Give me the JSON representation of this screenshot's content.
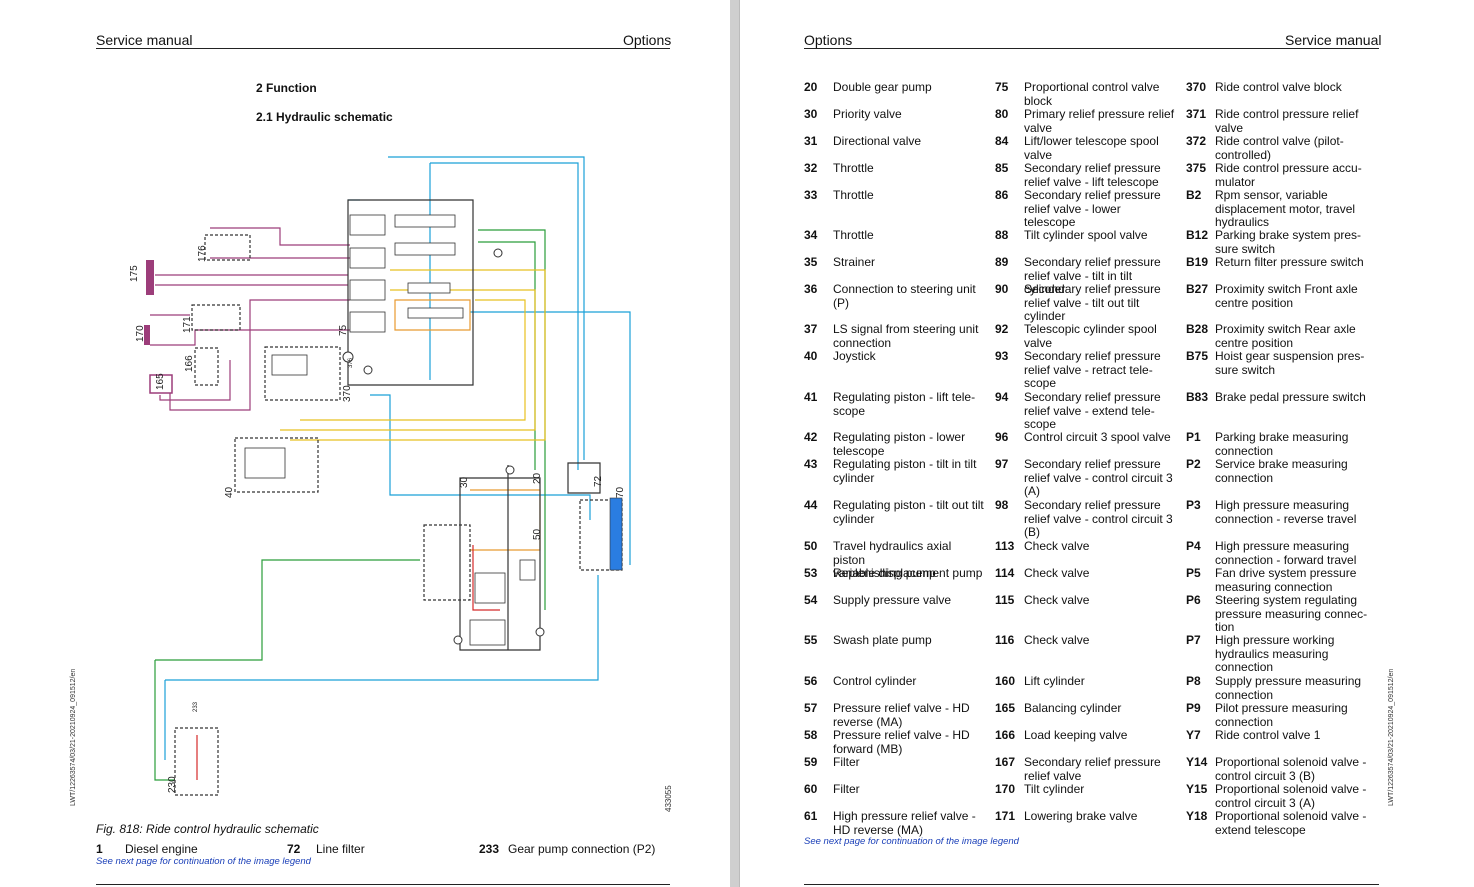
{
  "left_page": {
    "header_left": "Service manual",
    "header_right": "Options",
    "section_title": "2 Function",
    "subsection_title": "2.1 Hydraulic schematic",
    "side_code": "LWT/12263574/03/21-20210924_091512/en",
    "figure_number": "433055",
    "caption": "Fig. 818: Ride control hydraulic schematic",
    "schematic_labels": [
      "175",
      "176",
      "171",
      "170",
      "166",
      "165",
      "75",
      "376",
      "370",
      "40",
      "30",
      "20",
      "72",
      "70",
      "50",
      "233",
      "230"
    ],
    "legend": [
      {
        "num": "1",
        "text": "Diesel engine"
      },
      {
        "num": "72",
        "text": "Line filter"
      },
      {
        "num": "233",
        "text": "Gear pump connection (P2)"
      }
    ],
    "continuation_note": "See next page for continuation of the image legend"
  },
  "right_page": {
    "header_left": "Options",
    "header_right": "Service manual",
    "side_code": "LWT/12263574/03/21-20210924_091512/en",
    "continuation_note": "See next page for continuation of the image legend",
    "col1": [
      {
        "num": "20",
        "text": "Double gear pump"
      },
      {
        "num": "30",
        "text": "Priority valve"
      },
      {
        "num": "31",
        "text": "Directional valve"
      },
      {
        "num": "32",
        "text": "Throttle"
      },
      {
        "num": "33",
        "text": "Throttle"
      },
      {
        "num": "34",
        "text": "Throttle"
      },
      {
        "num": "35",
        "text": "Strainer"
      },
      {
        "num": "36",
        "text": "Connection to steering unit\n(P)"
      },
      {
        "num": "37",
        "text": "LS signal from steering unit\nconnection"
      },
      {
        "num": "40",
        "text": "Joystick"
      },
      {
        "num": "41",
        "text": "Regulating piston - lift tele-\nscope"
      },
      {
        "num": "42",
        "text": "Regulating piston - lower\ntelescope"
      },
      {
        "num": "43",
        "text": "Regulating piston - tilt in tilt\ncylinder"
      },
      {
        "num": "44",
        "text": "Regulating piston - tilt out tilt\ncylinder"
      },
      {
        "num": "50",
        "text": "Travel hydraulics axial piston\nvariable displacement pump"
      },
      {
        "num": "53",
        "text": "Replenishing pump"
      },
      {
        "num": "54",
        "text": "Supply pressure valve"
      },
      {
        "num": "55",
        "text": "Swash plate pump"
      },
      {
        "num": "56",
        "text": "Control cylinder"
      },
      {
        "num": "57",
        "text": "Pressure relief valve - HD\nreverse (MA)"
      },
      {
        "num": "58",
        "text": "Pressure relief valve - HD\nforward (MB)"
      },
      {
        "num": "59",
        "text": "Filter"
      },
      {
        "num": "60",
        "text": "Filter"
      },
      {
        "num": "61",
        "text": "High pressure relief valve -\nHD reverse (MA)"
      }
    ],
    "col2": [
      {
        "num": "75",
        "text": "Proportional control valve\nblock"
      },
      {
        "num": "80",
        "text": "Primary relief pressure relief\nvalve"
      },
      {
        "num": "84",
        "text": "Lift/lower telescope spool\nvalve"
      },
      {
        "num": "85",
        "text": "Secondary relief pressure\nrelief valve - lift telescope"
      },
      {
        "num": "86",
        "text": "Secondary relief pressure\nrelief valve - lower telescope"
      },
      {
        "num": "88",
        "text": "Tilt cylinder spool valve"
      },
      {
        "num": "89",
        "text": "Secondary relief pressure\nrelief valve - tilt in tilt cylinder"
      },
      {
        "num": "90",
        "text": "Secondary relief pressure\nrelief valve - tilt out tilt\ncylinder"
      },
      {
        "num": "92",
        "text": "Telescopic cylinder spool\nvalve"
      },
      {
        "num": "93",
        "text": "Secondary relief pressure\nrelief valve - retract tele-\nscope"
      },
      {
        "num": "94",
        "text": "Secondary relief pressure\nrelief valve - extend tele-\nscope"
      },
      {
        "num": "96",
        "text": "Control circuit 3 spool valve"
      },
      {
        "num": "97",
        "text": "Secondary relief pressure\nrelief valve - control circuit 3\n(A)"
      },
      {
        "num": "98",
        "text": "Secondary relief pressure\nrelief valve - control circuit 3\n(B)"
      },
      {
        "num": "113",
        "text": "Check valve"
      },
      {
        "num": "114",
        "text": "Check valve"
      },
      {
        "num": "115",
        "text": "Check valve"
      },
      {
        "num": "116",
        "text": "Check valve"
      },
      {
        "num": "160",
        "text": "Lift cylinder"
      },
      {
        "num": "165",
        "text": "Balancing cylinder"
      },
      {
        "num": "166",
        "text": "Load keeping valve"
      },
      {
        "num": "167",
        "text": "Secondary relief pressure\nrelief valve"
      },
      {
        "num": "170",
        "text": "Tilt cylinder"
      },
      {
        "num": "171",
        "text": "Lowering brake valve"
      }
    ],
    "col3": [
      {
        "num": "370",
        "text": "Ride control valve block"
      },
      {
        "num": "371",
        "text": "Ride control pressure relief\nvalve"
      },
      {
        "num": "372",
        "text": "Ride control valve (pilot-\ncontrolled)"
      },
      {
        "num": "375",
        "text": "Ride control pressure accu-\nmulator"
      },
      {
        "num": "B2",
        "text": "Rpm sensor, variable\ndisplacement motor, travel\nhydraulics"
      },
      {
        "num": "B12",
        "text": "Parking brake system pres-\nsure switch"
      },
      {
        "num": "B19",
        "text": "Return filter pressure switch"
      },
      {
        "num": "B27",
        "text": "Proximity switch Front axle\ncentre position"
      },
      {
        "num": "B28",
        "text": "Proximity switch Rear axle\ncentre position"
      },
      {
        "num": "B75",
        "text": "Hoist gear suspension pres-\nsure switch"
      },
      {
        "num": "B83",
        "text": "Brake pedal pressure switch"
      },
      {
        "num": "P1",
        "text": "Parking brake measuring\nconnection"
      },
      {
        "num": "P2",
        "text": "Service brake measuring\nconnection"
      },
      {
        "num": "P3",
        "text": "High pressure measuring\nconnection - reverse travel"
      },
      {
        "num": "P4",
        "text": "High pressure measuring\nconnection - forward travel"
      },
      {
        "num": "P5",
        "text": "Fan drive system pressure\nmeasuring connection"
      },
      {
        "num": "P6",
        "text": "Steering system regulating\npressure measuring connec-\ntion"
      },
      {
        "num": "P7",
        "text": "High pressure working\nhydraulics measuring\nconnection"
      },
      {
        "num": "P8",
        "text": "Supply pressure measuring\nconnection"
      },
      {
        "num": "P9",
        "text": "Pilot pressure measuring\nconnection"
      },
      {
        "num": "Y7",
        "text": "Ride control valve 1"
      },
      {
        "num": "Y14",
        "text": "Proportional solenoid valve -\ncontrol circuit 3 (B)"
      },
      {
        "num": "Y15",
        "text": "Proportional solenoid valve -\ncontrol circuit 3 (A)"
      },
      {
        "num": "Y18",
        "text": "Proportional solenoid valve -\nextend telescope"
      }
    ]
  }
}
